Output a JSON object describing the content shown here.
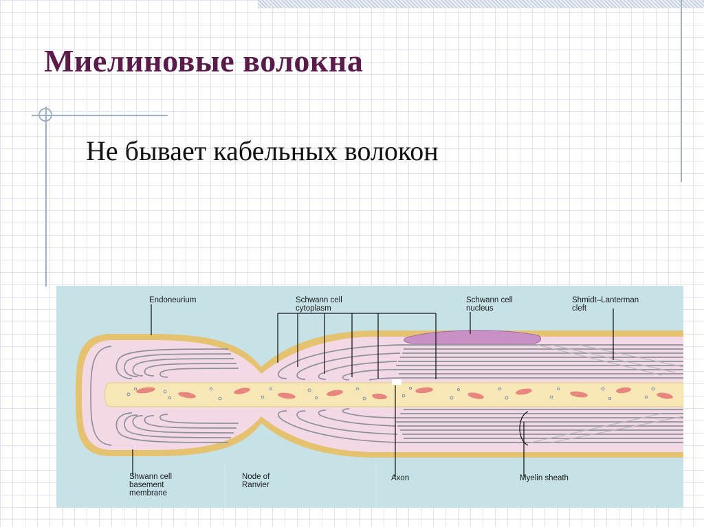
{
  "slide": {
    "title": "Миелиновые волокна",
    "subtitle": "Не бывает кабельных волокон"
  },
  "diagram": {
    "labels": {
      "endoneurium": "Endoneurium",
      "schwann_cytoplasm_1": "Schwann cell",
      "schwann_cytoplasm_2": "cytoplasm",
      "schwann_nucleus_1": "Schwann cell",
      "schwann_nucleus_2": "nucleus",
      "shmidt_1": "Shmidt–Lanterman",
      "shmidt_2": "cleft",
      "basement_1": "Shwann cell",
      "basement_2": "basement",
      "basement_3": "membrane",
      "node_1": "Node of",
      "node_2": "Ranvier",
      "axon": "Axon",
      "myelin": "Myelin sheath"
    },
    "colors": {
      "background": "#c6e2e6",
      "endoneurium": "#e5c270",
      "cytoplasm": "#f3d9e6",
      "myelin_bands": "#8e9199",
      "axon": "#f6e7b4",
      "mitochondria": "#e8857e",
      "nucleus": "#c990c6"
    }
  }
}
